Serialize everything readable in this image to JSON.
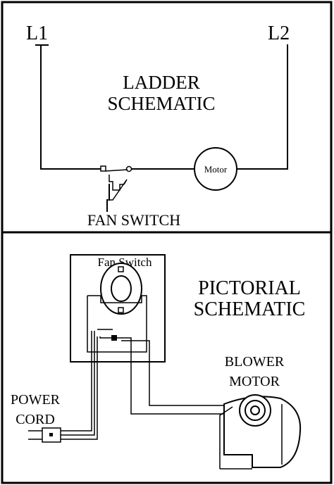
{
  "ladder": {
    "line1_label": "L1",
    "line2_label": "L2",
    "title_line1": "LADDER",
    "title_line2": "SCHEMATIC",
    "motor_label": "Motor",
    "switch_label": "FAN SWITCH"
  },
  "pictorial": {
    "title_line1": "PICTORIAL",
    "title_line2": "SCHEMATIC",
    "fan_switch_label": "Fan Switch",
    "blower_line1": "BLOWER",
    "blower_line2": "MOTOR",
    "cord_line1": "POWER",
    "cord_line2": "CORD"
  }
}
